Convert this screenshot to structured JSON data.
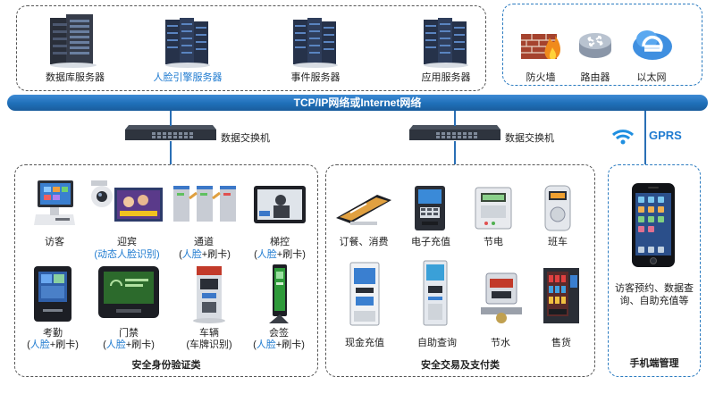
{
  "servers": [
    {
      "label": "数据库服务器",
      "highlight": false
    },
    {
      "label": "人脸引擎服务器",
      "highlight": true
    },
    {
      "label": "事件服务器",
      "highlight": false
    },
    {
      "label": "应用服务器",
      "highlight": false
    }
  ],
  "network_devices": [
    {
      "label": "防火墙",
      "icon": "firewall-icon"
    },
    {
      "label": "路由器",
      "icon": "router-icon"
    },
    {
      "label": "以太网",
      "icon": "ethernet-icon"
    }
  ],
  "backbone": {
    "label": "TCP/IP网络或Internet网络"
  },
  "switches": [
    {
      "label": "数据交换机"
    },
    {
      "label": "数据交换机"
    }
  ],
  "gprs": {
    "label": "GPRS"
  },
  "identity_group": {
    "title": "安全身份验证类",
    "items": [
      {
        "line1": "访客",
        "line2": ""
      },
      {
        "line1": "迎宾",
        "line2": "(动态人脸识别)"
      },
      {
        "line1": "通道",
        "line2_prefix": "(",
        "line2_blue": "人脸",
        "line2_suffix": "+刷卡)"
      },
      {
        "line1": "梯控",
        "line2_prefix": "(",
        "line2_blue": "人脸",
        "line2_suffix": "+刷卡)"
      },
      {
        "line1": "考勤",
        "line2_prefix": "(",
        "line2_blue": "人脸",
        "line2_suffix": "+刷卡)"
      },
      {
        "line1": "门禁",
        "line2_prefix": "(",
        "line2_blue": "人脸",
        "line2_suffix": "+刷卡)"
      },
      {
        "line1": "车辆",
        "line2": "(车牌识别)"
      },
      {
        "line1": "会签",
        "line2_prefix": "(",
        "line2_blue": "人脸",
        "line2_suffix": "+刷卡)"
      }
    ]
  },
  "payment_group": {
    "title": "安全交易及支付类",
    "items": [
      {
        "label": "订餐、消费"
      },
      {
        "label": "电子充值"
      },
      {
        "label": "节电"
      },
      {
        "label": "班车"
      },
      {
        "label": "现金充值"
      },
      {
        "label": "自助查询"
      },
      {
        "label": "节水"
      },
      {
        "label": "售货"
      }
    ]
  },
  "mobile_group": {
    "title": "手机端管理",
    "desc_line1": "访客预约、数据查",
    "desc_line2": "询、自助充值等"
  },
  "colors": {
    "backbone": "#1f6fb8",
    "accent_blue": "#1f7bd0",
    "dash_gray": "#555555",
    "dash_blue": "#2b7bc0"
  }
}
